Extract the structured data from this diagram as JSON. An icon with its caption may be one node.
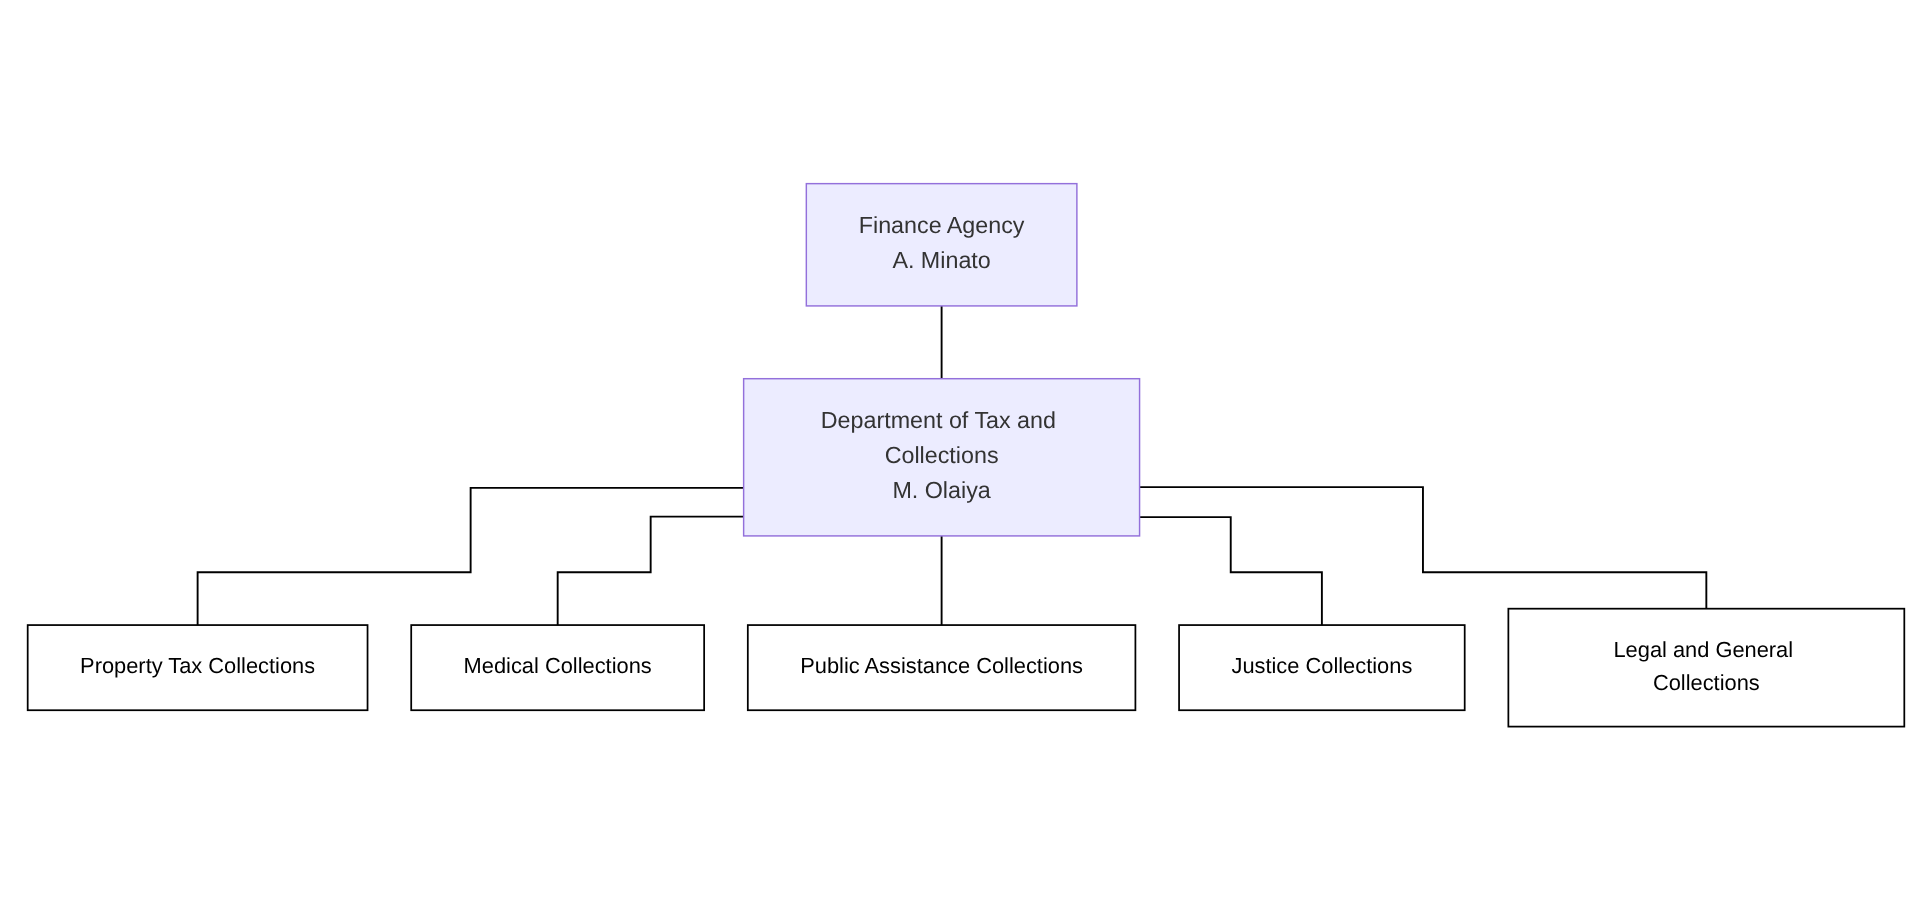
{
  "diagram": {
    "nodes": [
      {
        "text": [
          "Finance Agency",
          "A. Minato"
        ]
      },
      {
        "text": [
          "Department of Tax and Collections",
          "M. Olaiya"
        ]
      },
      {
        "text": [
          "Property Tax Collections"
        ]
      },
      {
        "text": [
          "Medical Collections"
        ]
      },
      {
        "text": [
          "Public Assistance Collections"
        ]
      },
      {
        "text": [
          "Justice Collections"
        ]
      },
      {
        "text": [
          "Legal and General Collections"
        ]
      }
    ],
    "edges": [
      {
        "from": 0,
        "to": 1,
        "arrow": "none"
      },
      {
        "from": 1,
        "to": 2,
        "arrow": "none"
      },
      {
        "from": 1,
        "to": 3,
        "arrow": "none"
      },
      {
        "from": 1,
        "to": 4,
        "arrow": "none"
      },
      {
        "from": 1,
        "to": 5,
        "arrow": "none"
      },
      {
        "from": 1,
        "to": 6,
        "arrow": "none"
      }
    ]
  }
}
